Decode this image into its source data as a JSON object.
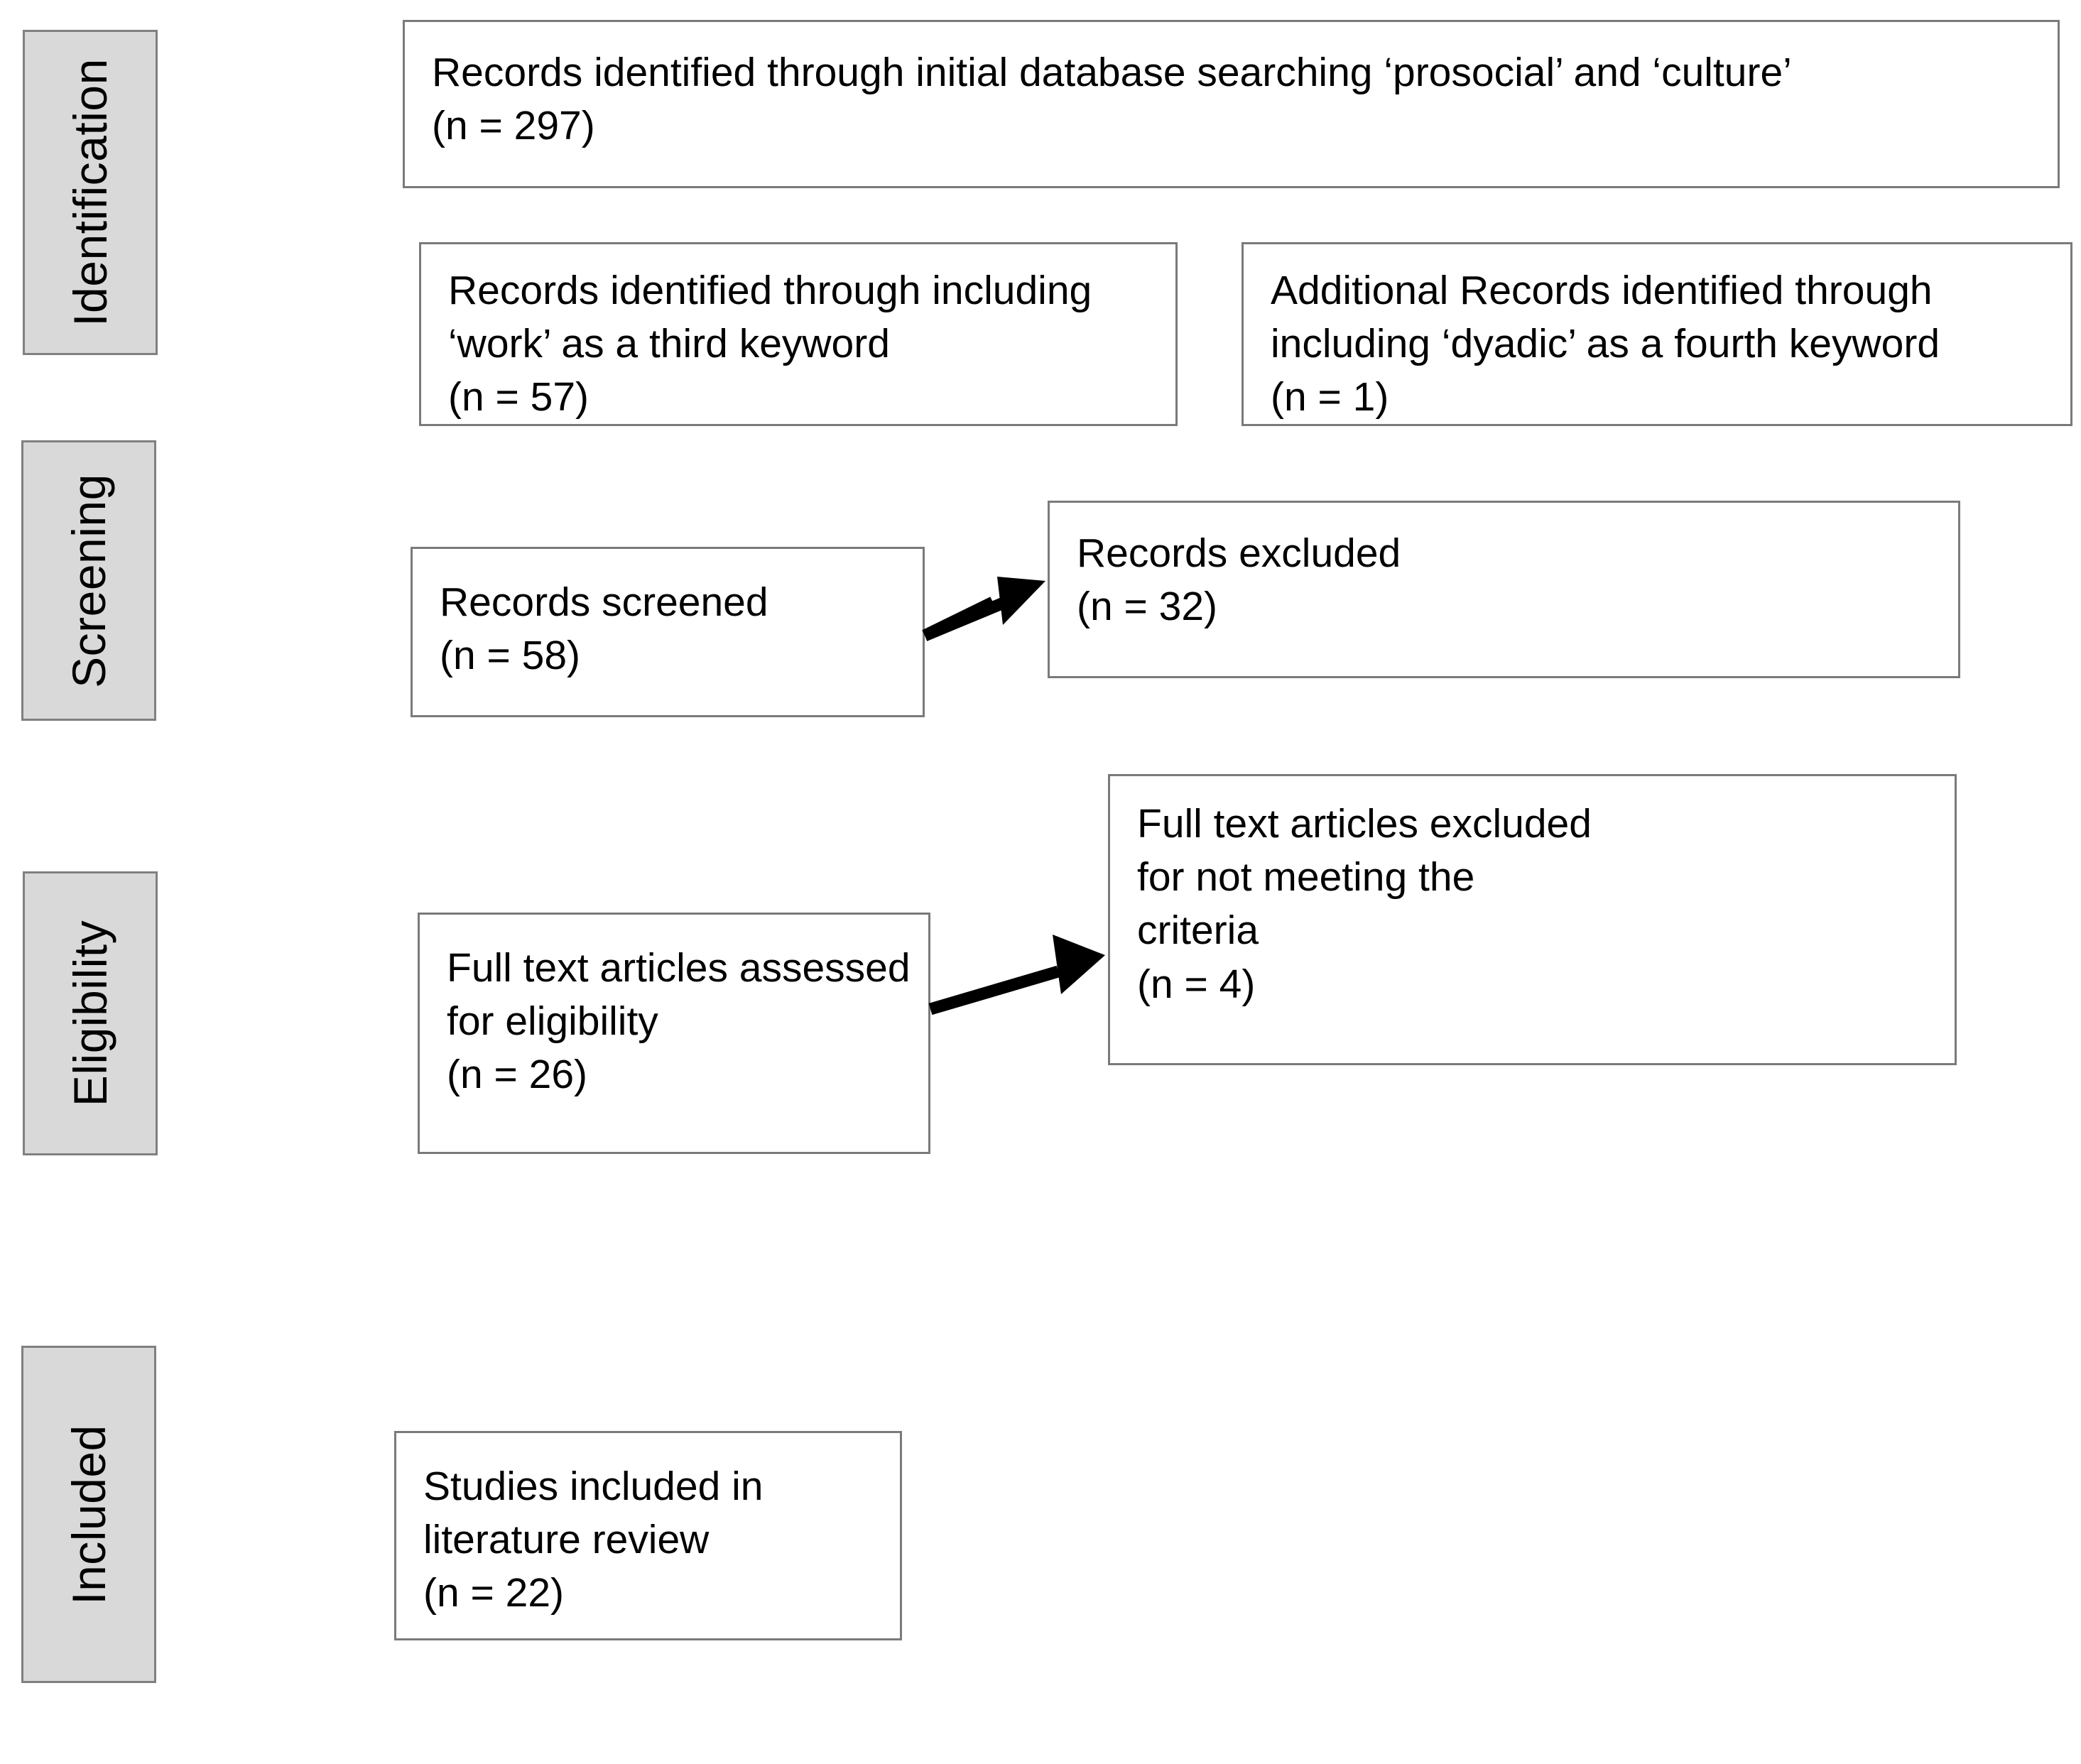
{
  "diagram": {
    "title": "PRISMA literature search flow diagram",
    "background_color": "#ffffff",
    "stage_box_fill": "#d9d9d9",
    "stage_box_border": "#808080",
    "flow_box_fill": "#ffffff",
    "flow_box_border": "#7a7a7a",
    "arrow_color": "#000000"
  },
  "stages": [
    {
      "id": "identification",
      "label": "Identification"
    },
    {
      "id": "screening",
      "label": "Screening"
    },
    {
      "id": "eligibility",
      "label": "Eligibility"
    },
    {
      "id": "included",
      "label": "Included"
    }
  ],
  "boxes": {
    "initial_search": {
      "line1": "Records identified through initial database searching ‘prosocial’ and ‘culture’",
      "line2": "(n = 297)",
      "count": 297,
      "text": "Records identified through initial database searching ‘prosocial’ and ‘culture’\n(n = 297)"
    },
    "third_keyword": {
      "line1": "Records identified through including",
      "line2": "‘work’ as a third keyword",
      "line3": "(n = 57)",
      "count": 57,
      "text": "Records identified through including\n‘work’ as a third keyword\n(n = 57)"
    },
    "fourth_keyword": {
      "line1": "Additional Records identified through",
      "line2": "including ‘dyadic’ as a fourth keyword",
      "line3": "(n = 1)",
      "count": 1,
      "text": "Additional Records identified through\nincluding ‘dyadic’ as a fourth keyword\n(n = 1)"
    },
    "records_screened": {
      "line1": "Records screened",
      "line2": "(n = 58)",
      "count": 58,
      "text": "Records screened\n(n = 58)"
    },
    "records_excluded": {
      "line1": "Records excluded",
      "line2": "(n = 32)",
      "count": 32,
      "text": "Records excluded\n(n = 32)"
    },
    "fulltext_assessed": {
      "line1": "Full text articles assessed",
      "line2": "for eligibility",
      "line3": "(n = 26)",
      "count": 26,
      "text": "Full text articles assessed\nfor eligibility\n(n = 26)"
    },
    "fulltext_excluded": {
      "line1": "Full text articles excluded",
      "line2": "for not meeting the",
      "line3": "criteria",
      "line4": "(n = 4)",
      "count": 4,
      "text": "Full text articles excluded\nfor not meeting the\ncriteria\n(n = 4)"
    },
    "studies_included": {
      "line1": "Studies included in",
      "line2": "literature review",
      "line3": "(n = 22)",
      "count": 22,
      "text": "Studies included in\nliterature review\n(n = 22)"
    }
  },
  "arrows": [
    {
      "id": "screened-to-excluded",
      "from": "records_screened",
      "to": "records_excluded"
    },
    {
      "id": "assessed-to-excluded",
      "from": "fulltext_assessed",
      "to": "fulltext_excluded"
    }
  ]
}
